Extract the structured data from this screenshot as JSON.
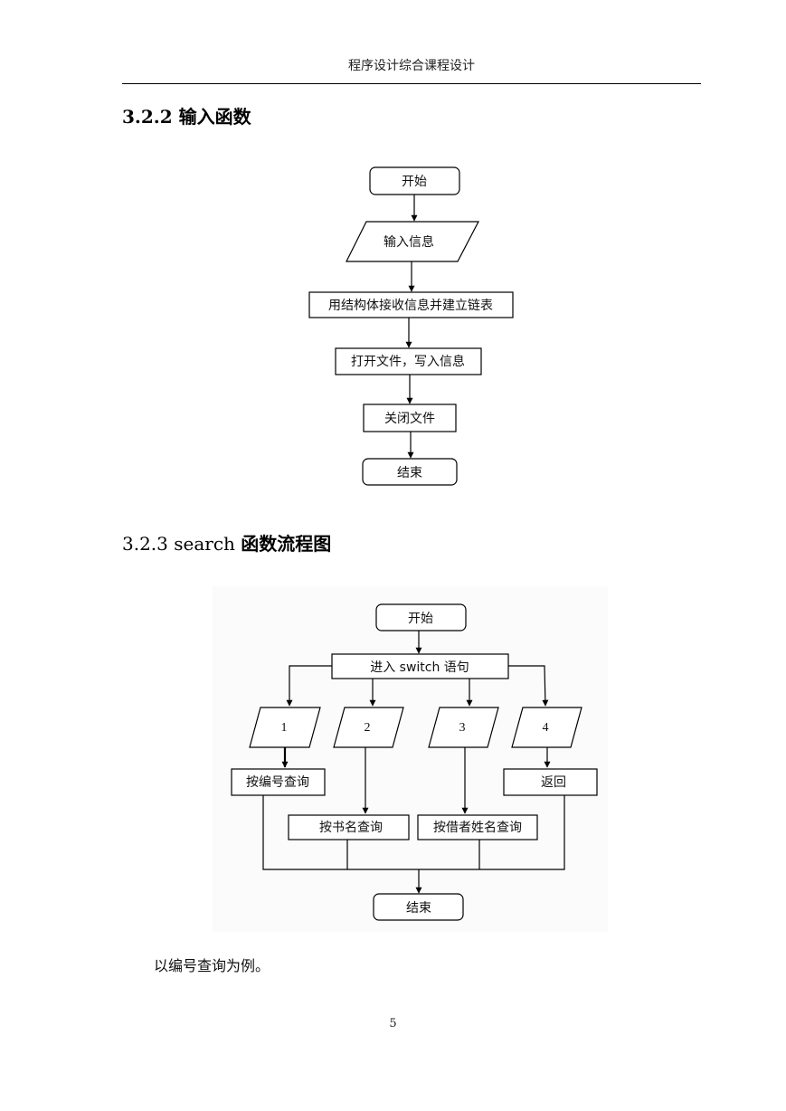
{
  "header": {
    "title": "程序设计综合课程设计"
  },
  "section_322": {
    "heading": "3.2.2  输入函数",
    "flow": {
      "start": "开始",
      "input": "输入信息",
      "step1": "用结构体接收信息并建立链表",
      "step2": "打开文件，写入信息",
      "step3": "关闭文件",
      "end": "结束"
    }
  },
  "section_323": {
    "heading_prefix": "3.2.3 search ",
    "heading_suffix": "函数流程图",
    "flow": {
      "start": "开始",
      "switch": "进入 switch 语句",
      "case1": "1",
      "case2": "2",
      "case3": "3",
      "case4": "4",
      "by_number": "按编号查询",
      "by_title": "按书名查询",
      "by_borrower": "按借者姓名查询",
      "back": "返回",
      "end": "结束"
    }
  },
  "caption": "以编号查询为例。",
  "footer": {
    "page_number": "5"
  }
}
